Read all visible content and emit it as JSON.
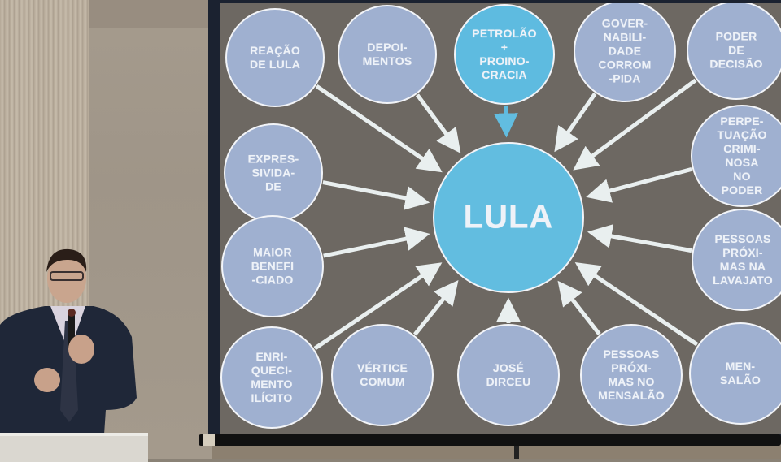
{
  "scene": {
    "description": "Presenter at podium in front of projection screen showing a concept diagram",
    "colors": {
      "screen_background": "#6d6862",
      "center_node": "#62bde0",
      "highlight_node": "#5ebbe0",
      "peripheral_node": "#9fb0d0",
      "arrow": "#e9efef",
      "node_text": "#eef2f8"
    }
  },
  "diagram": {
    "center": {
      "label": "LULA"
    },
    "nodes": [
      {
        "id": "reacao-de-lula",
        "label": "REAÇÃO\nDE LULA",
        "highlight": false
      },
      {
        "id": "depoimentos",
        "label": "DEPOI-\nMENTOS",
        "highlight": false
      },
      {
        "id": "petrolao-proinocracia",
        "label": "PETROLÃO\n+\nPROINO-\nCRACIA",
        "highlight": true
      },
      {
        "id": "governabilidade-corrompida",
        "label": "GOVER-\nNABILI-\nDADE\nCORROM\n-PIDA",
        "highlight": false
      },
      {
        "id": "poder-de-decisao",
        "label": "PODER\nDE\nDECISÃO",
        "highlight": false
      },
      {
        "id": "expressividade",
        "label": "EXPRES-\nSIVIDA-\nDE",
        "highlight": false
      },
      {
        "id": "perpetuacao-criminosa",
        "label": "PERPE-\nTUAÇÃO\nCRIMI-\nNOSA NO\nPODER",
        "highlight": false
      },
      {
        "id": "maior-beneficiado",
        "label": "MAIOR\nBENEFI\n-CIADO",
        "highlight": false
      },
      {
        "id": "pessoas-proximas-lavajato",
        "label": "PESSOAS\nPRÓXI-\nMAS NA\nLAVAJATO",
        "highlight": false
      },
      {
        "id": "enriquecimento-ilicito",
        "label": "ENRI-\nQUECI-\nMENTO\nILÍCITO",
        "highlight": false
      },
      {
        "id": "vertice-comum",
        "label": "VÉRTICE\nCOMUM",
        "highlight": false
      },
      {
        "id": "jose-dirceu",
        "label": "JOSÉ\nDIRCEU",
        "highlight": false
      },
      {
        "id": "pessoas-proximas-mensalao",
        "label": "PESSOAS\nPRÓXI-\nMAS NO\nMENSALÃO",
        "highlight": false
      },
      {
        "id": "mensalao",
        "label": "MEN-\nSALÃO",
        "highlight": false
      }
    ]
  }
}
